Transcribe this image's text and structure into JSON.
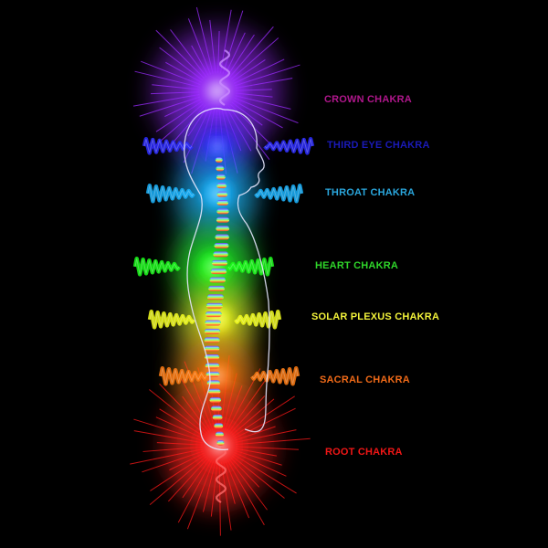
{
  "chakras": [
    {
      "label": "CROWN CHAKRA",
      "color": "#b0178c",
      "glow": "#9b2cff"
    },
    {
      "label": "THIRD EYE CHAKRA",
      "color": "#1a1ab8",
      "glow": "#2a2aff"
    },
    {
      "label": "THROAT CHAKRA",
      "color": "#2aa6dc",
      "glow": "#19b4ff"
    },
    {
      "label": "HEART CHAKRA",
      "color": "#2fd62a",
      "glow": "#1aff1a"
    },
    {
      "label": "SOLAR PLEXUS CHAKRA",
      "color": "#f2f23a",
      "glow": "#f4ff1a"
    },
    {
      "label": "SACRAL CHAKRA",
      "color": "#f06a18",
      "glow": "#ff7a10"
    },
    {
      "label": "ROOT CHAKRA",
      "color": "#f01616",
      "glow": "#ff1a1a"
    }
  ]
}
